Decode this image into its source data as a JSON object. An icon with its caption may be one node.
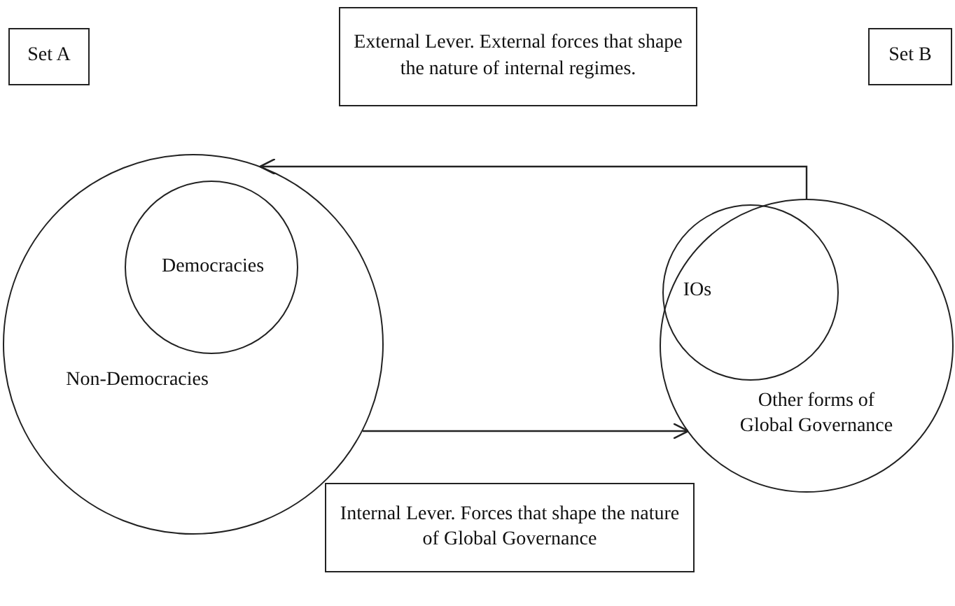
{
  "diagram": {
    "nodes": [
      {
        "text": [
          "Set A"
        ]
      },
      {
        "text": [
          "External Lever. External forces that shape the nature of internal regimes."
        ]
      },
      {
        "text": [
          "Set B"
        ]
      },
      {
        "text": [
          "Non-Democracies"
        ]
      },
      {
        "text": [
          "Democracies"
        ],
        "in": 3
      },
      {
        "text": [
          "Other forms of Global Governance"
        ]
      },
      {
        "text": [
          "IOs"
        ],
        "in": 5
      },
      {
        "text": [
          "Internal Lever. Forces that shape the nature of Global Governance"
        ]
      }
    ],
    "edges": [
      {
        "from": 5,
        "to": 3,
        "arrow": "to"
      },
      {
        "from": 3,
        "to": 5,
        "arrow": "to"
      }
    ]
  }
}
